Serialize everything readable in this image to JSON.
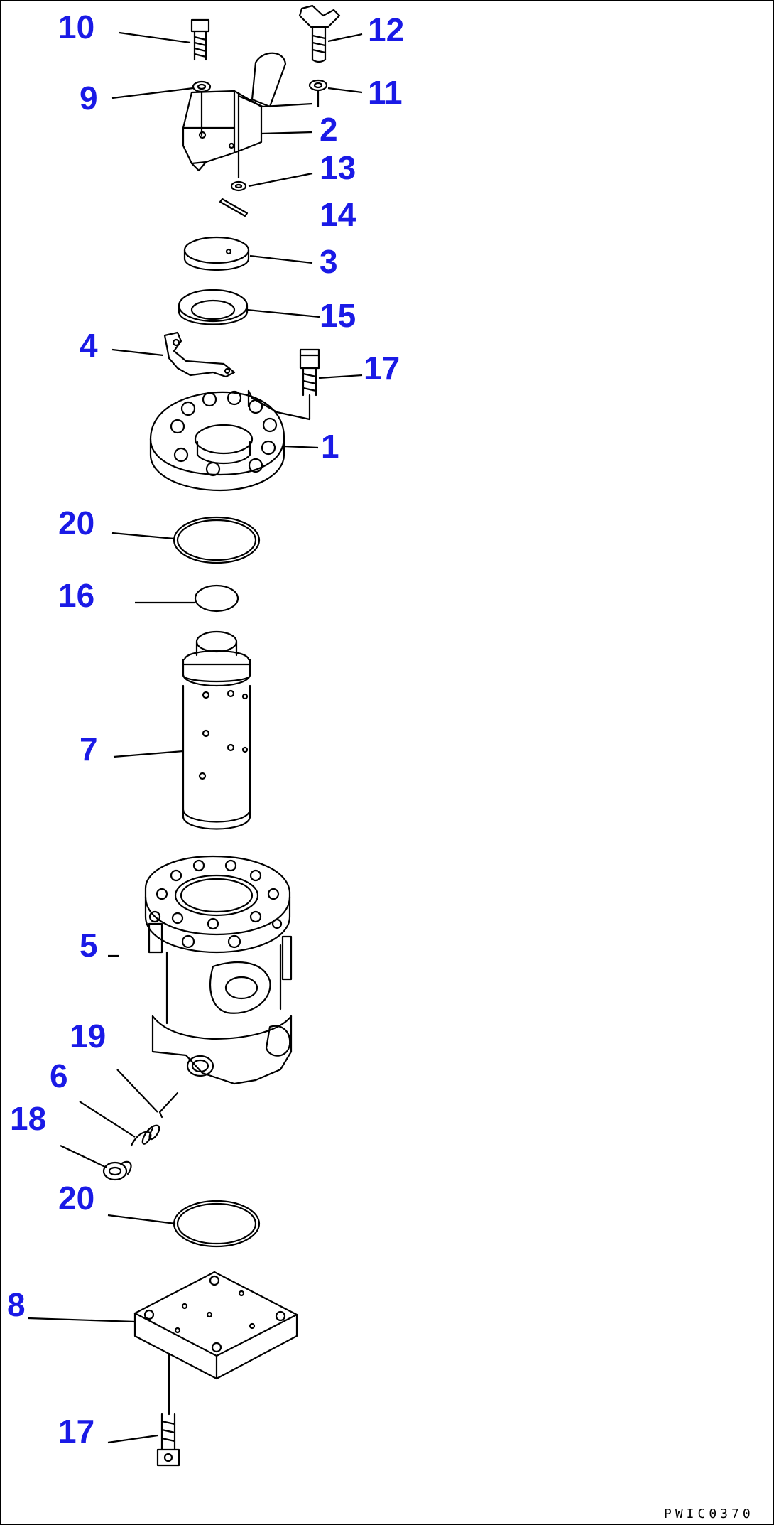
{
  "callouts": {
    "c10": "10",
    "c12": "12",
    "c9": "9",
    "c11": "11",
    "c2": "2",
    "c13": "13",
    "c14": "14",
    "c3": "3",
    "c15": "15",
    "c4": "4",
    "c17a": "17",
    "c1": "1",
    "c20a": "20",
    "c16": "16",
    "c7": "7",
    "c5": "5",
    "c19": "19",
    "c6": "6",
    "c18": "18",
    "c20b": "20",
    "c8": "8",
    "c17b": "17"
  },
  "drawing_code": "PWIC0370",
  "colors": {
    "callout": "#1a1ae6",
    "line": "#000000",
    "background": "#ffffff"
  }
}
